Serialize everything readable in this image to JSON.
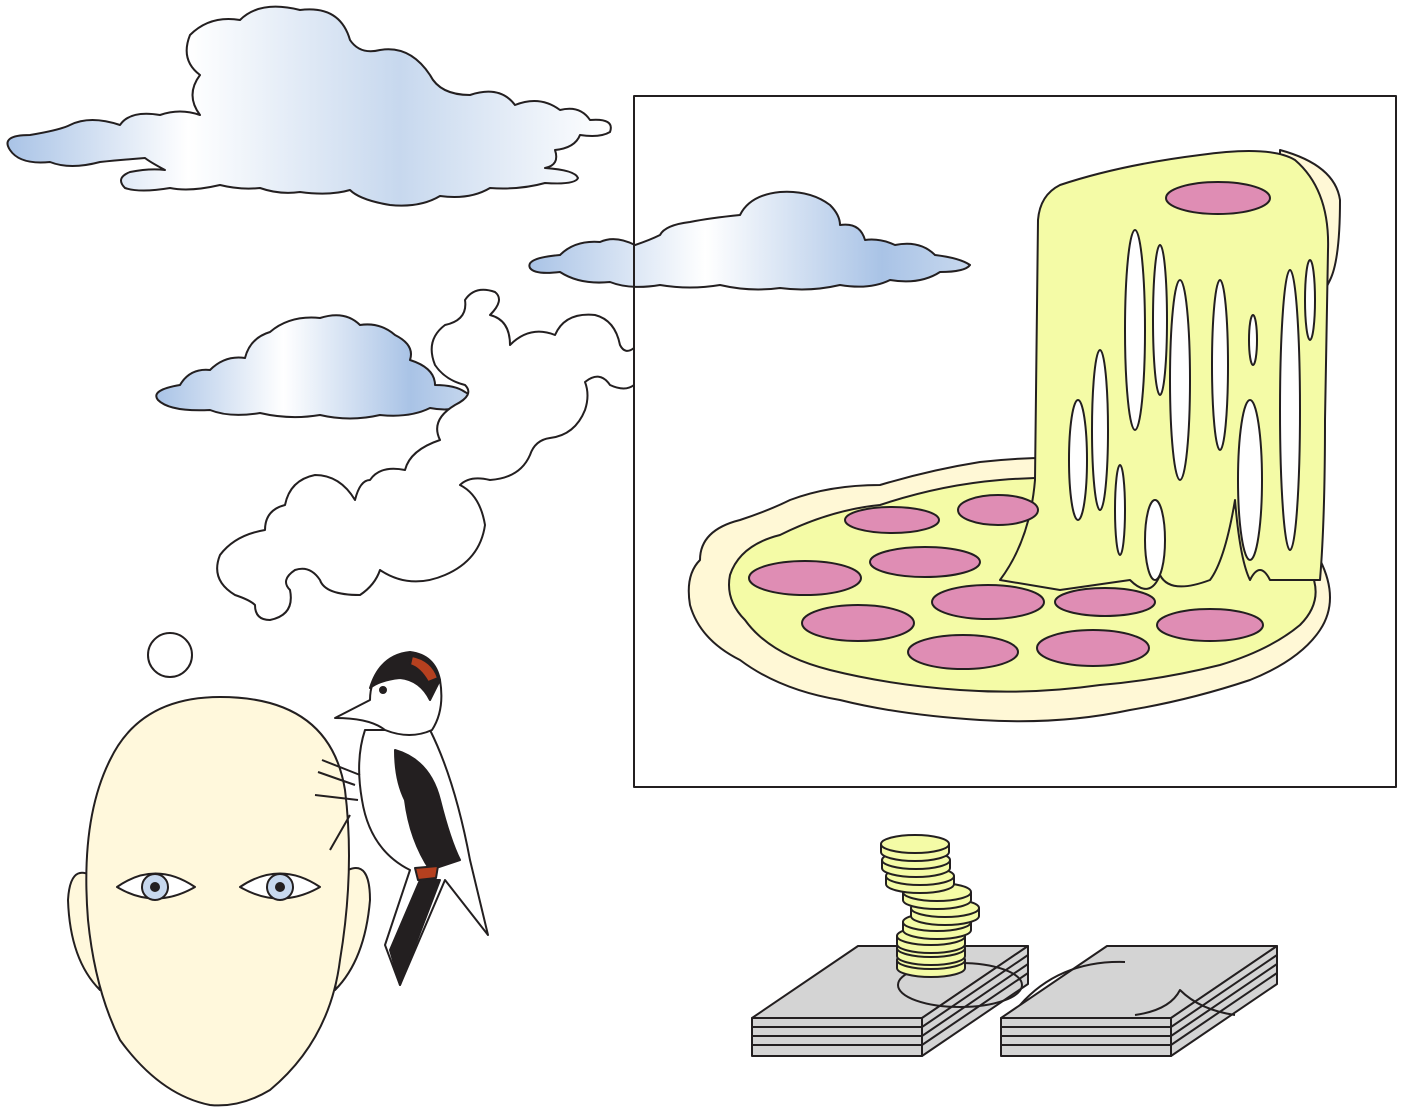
{
  "scene": {
    "description_items": [
      "head",
      "woodpecker",
      "thought-bubble",
      "clouds",
      "pizza-frame",
      "coins",
      "money-stacks"
    ],
    "colors": {
      "skin": "#fff8dc",
      "cheese": "#f4fba6",
      "crust": "#fff8d6",
      "pepperoni": "#df8db4",
      "cloud_blue": "#a9c3e6",
      "eye": "#c7d8ee",
      "woodpecker_red": "#b5401f",
      "money": "#d4d4d4",
      "outline": "#231f20"
    }
  }
}
